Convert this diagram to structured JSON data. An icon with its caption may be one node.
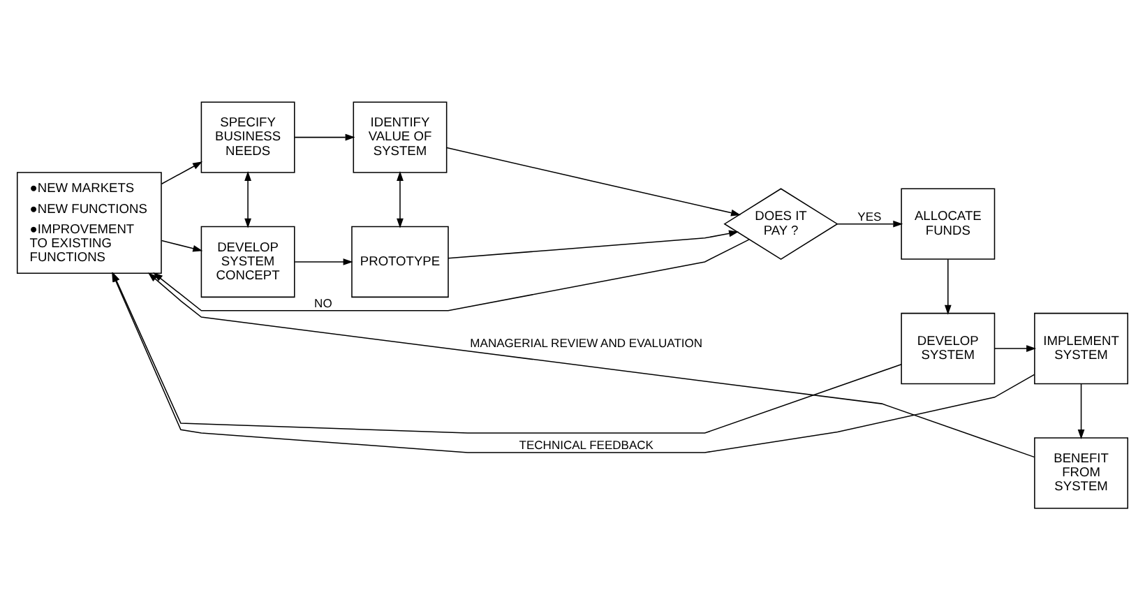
{
  "diagram": {
    "nodes": [
      {
        "text": [
          "●NEW MARKETS",
          "●NEW FUNCTIONS",
          "●IMPROVEMENT TO EXISTING FUNCTIONS"
        ]
      },
      {
        "text": [
          "SPECIFY BUSINESS NEEDS"
        ]
      },
      {
        "text": [
          "IDENTIFY VALUE OF SYSTEM"
        ]
      },
      {
        "text": [
          "DOES IT PAY ?"
        ]
      },
      {
        "text": [
          "BENEFIT FROM SYSTEM"
        ]
      },
      {
        "text": [
          "ALLOCATE FUNDS"
        ]
      },
      {
        "text": [
          "DEVELOP SYSTEM CONCEPT"
        ]
      },
      {
        "text": [
          "PROTOTYPE"
        ]
      },
      {
        "text": [
          "DEVELOP SYSTEM"
        ]
      },
      {
        "text": [
          "IMPLEMENT SYSTEM"
        ]
      }
    ],
    "edges": [
      {
        "from": 0,
        "to": 1,
        "arrow": "to"
      },
      {
        "from": 0,
        "to": 6,
        "arrow": "to"
      },
      {
        "from": 1,
        "to": 2,
        "arrow": "to"
      },
      {
        "from": 1,
        "to": 6,
        "arrow": "both"
      },
      {
        "from": 2,
        "to": 3,
        "arrow": "to"
      },
      {
        "from": 2,
        "to": 7,
        "arrow": "both"
      },
      {
        "from": 6,
        "to": 7,
        "arrow": "to"
      },
      {
        "from": 7,
        "to": 3,
        "arrow": "to"
      },
      {
        "from": 3,
        "to": 5,
        "arrow": "to",
        "label": "YES"
      },
      {
        "from": 3,
        "to": 0,
        "arrow": "to",
        "label": "NO"
      },
      {
        "from": 5,
        "to": 8,
        "arrow": "to"
      },
      {
        "from": 8,
        "to": 9,
        "arrow": "to"
      },
      {
        "from": 9,
        "to": 4,
        "arrow": "to"
      },
      {
        "from": 4,
        "to": 0,
        "arrow": "to",
        "label": "MANAGERIAL REVIEW AND EVALUATION"
      },
      {
        "from": 8,
        "to": 0,
        "arrow": "to"
      },
      {
        "from": 9,
        "to": 0,
        "arrow": "to",
        "label": "TECHNICAL FEEDBACK"
      }
    ]
  }
}
